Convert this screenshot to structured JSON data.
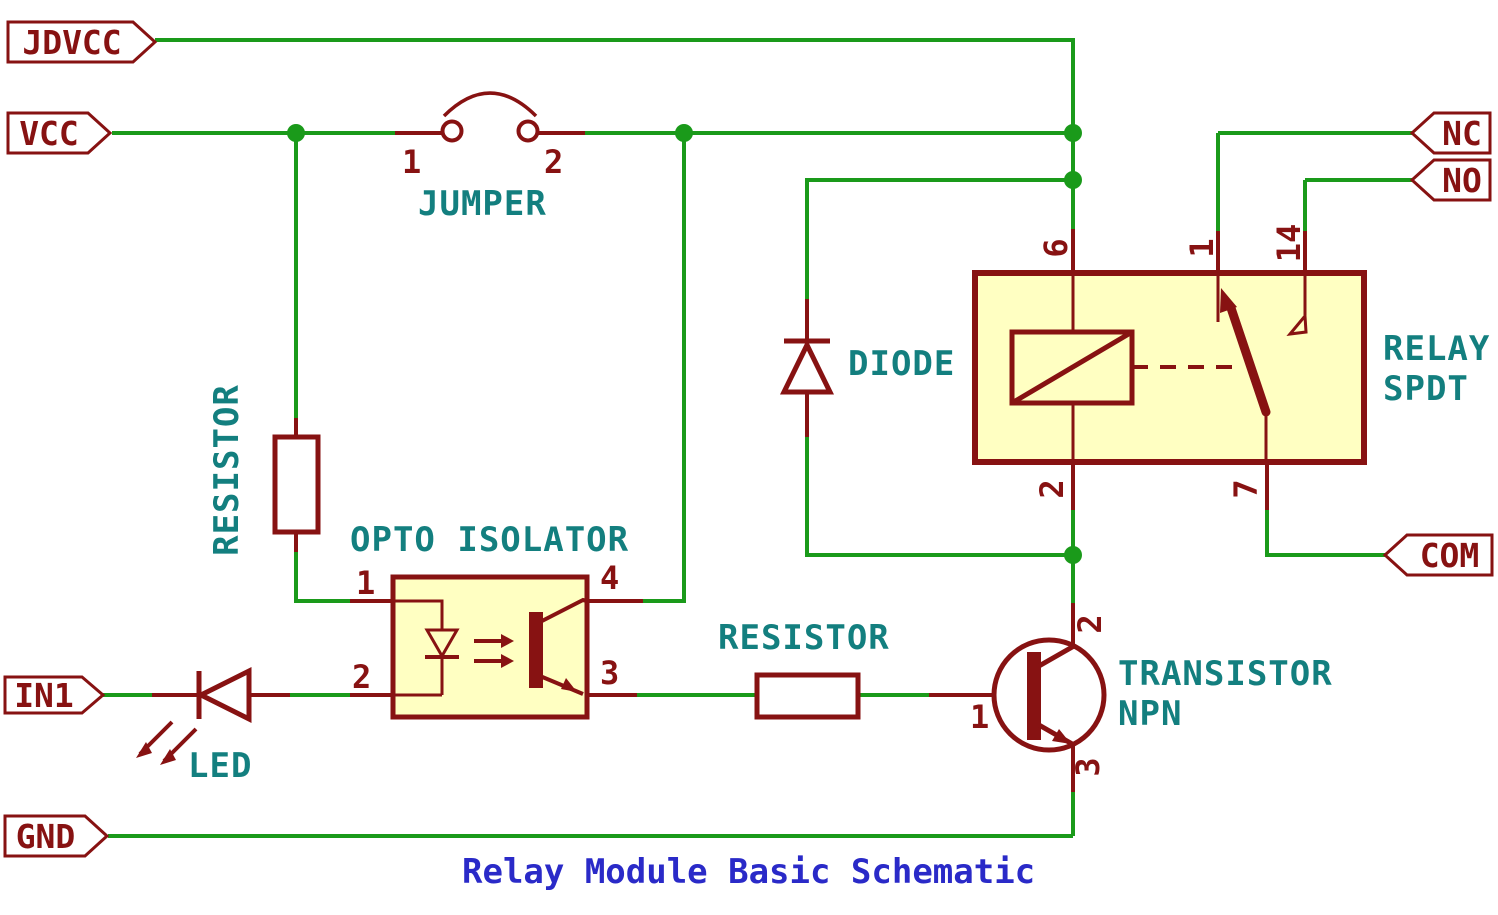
{
  "title": "Relay Module Basic Schematic",
  "colors": {
    "wire_green": "#1A9A1A",
    "symbol_red": "#871212",
    "name_teal": "#137F7F",
    "title_blue": "#2A2AC8",
    "component_fill": "#FFFFC2"
  },
  "net_flags": {
    "jdvcc": "JDVCC",
    "vcc": "VCC",
    "in1": "IN1",
    "gnd": "GND",
    "nc": "NC",
    "no": "NO",
    "com": "COM"
  },
  "components": {
    "jumper": {
      "name": "JUMPER",
      "pin1": "1",
      "pin2": "2"
    },
    "resistor1": {
      "name": "RESISTOR"
    },
    "opto": {
      "name": "OPTO ISOLATOR",
      "pin1": "1",
      "pin2": "2",
      "pin3": "3",
      "pin4": "4"
    },
    "led": {
      "name": "LED"
    },
    "resistor2": {
      "name": "RESISTOR"
    },
    "transistor": {
      "name": "TRANSISTOR",
      "type": "NPN",
      "pin1": "1",
      "pin2": "2",
      "pin3": "3"
    },
    "diode": {
      "name": "DIODE"
    },
    "relay": {
      "name": "RELAY",
      "type": "SPDT",
      "pin6": "6",
      "pin1": "1",
      "pin14": "14",
      "pin2": "2",
      "pin7": "7"
    }
  }
}
